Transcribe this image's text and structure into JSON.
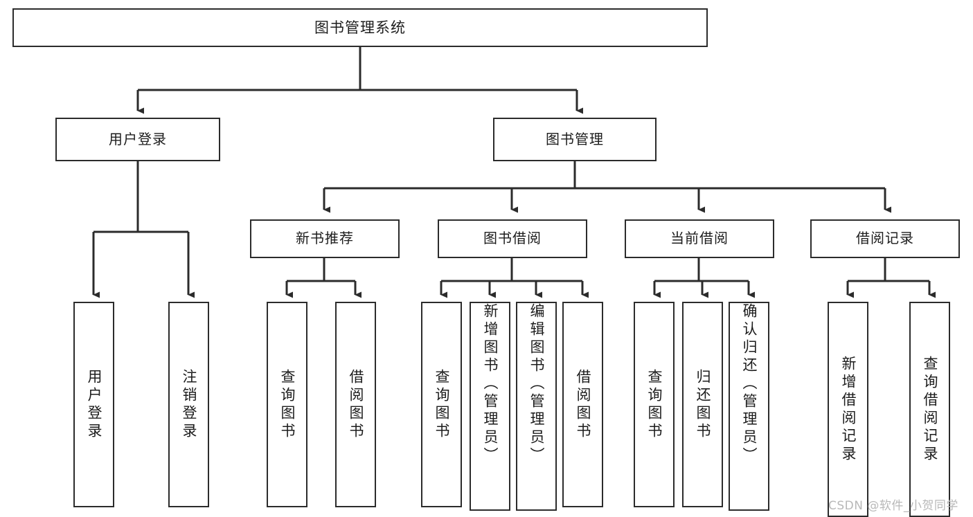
{
  "diagram": {
    "title": "图书管理系统",
    "root": {
      "label": "图书管理系统"
    },
    "level1": [
      {
        "label": "用户登录"
      },
      {
        "label": "图书管理"
      }
    ],
    "level2": [
      {
        "label": "新书推荐"
      },
      {
        "label": "图书借阅"
      },
      {
        "label": "当前借阅"
      },
      {
        "label": "借阅记录"
      }
    ],
    "leaves": {
      "user_login": [
        {
          "label": "用户登录"
        },
        {
          "label": "注销登录"
        }
      ],
      "new_book_recommend": [
        {
          "label": "查询图书"
        },
        {
          "label": "借阅图书"
        }
      ],
      "book_borrow": [
        {
          "label": "查询图书"
        },
        {
          "label": "新增图书（管理员）"
        },
        {
          "label": "编辑图书（管理员）"
        },
        {
          "label": "借阅图书"
        }
      ],
      "current_borrow": [
        {
          "label": "查询图书"
        },
        {
          "label": "归还图书"
        },
        {
          "label": "确认归还（管理员）"
        }
      ],
      "borrow_record": [
        {
          "label": "新增借阅记录"
        },
        {
          "label": "查询借阅记录"
        }
      ]
    }
  },
  "watermark": {
    "text": "CSDN @软件_小贺同学"
  },
  "colors": {
    "border": "#2b2b2b",
    "text": "#1c1c1c",
    "background": "#ffffff",
    "watermark": "#b8b8b8"
  }
}
